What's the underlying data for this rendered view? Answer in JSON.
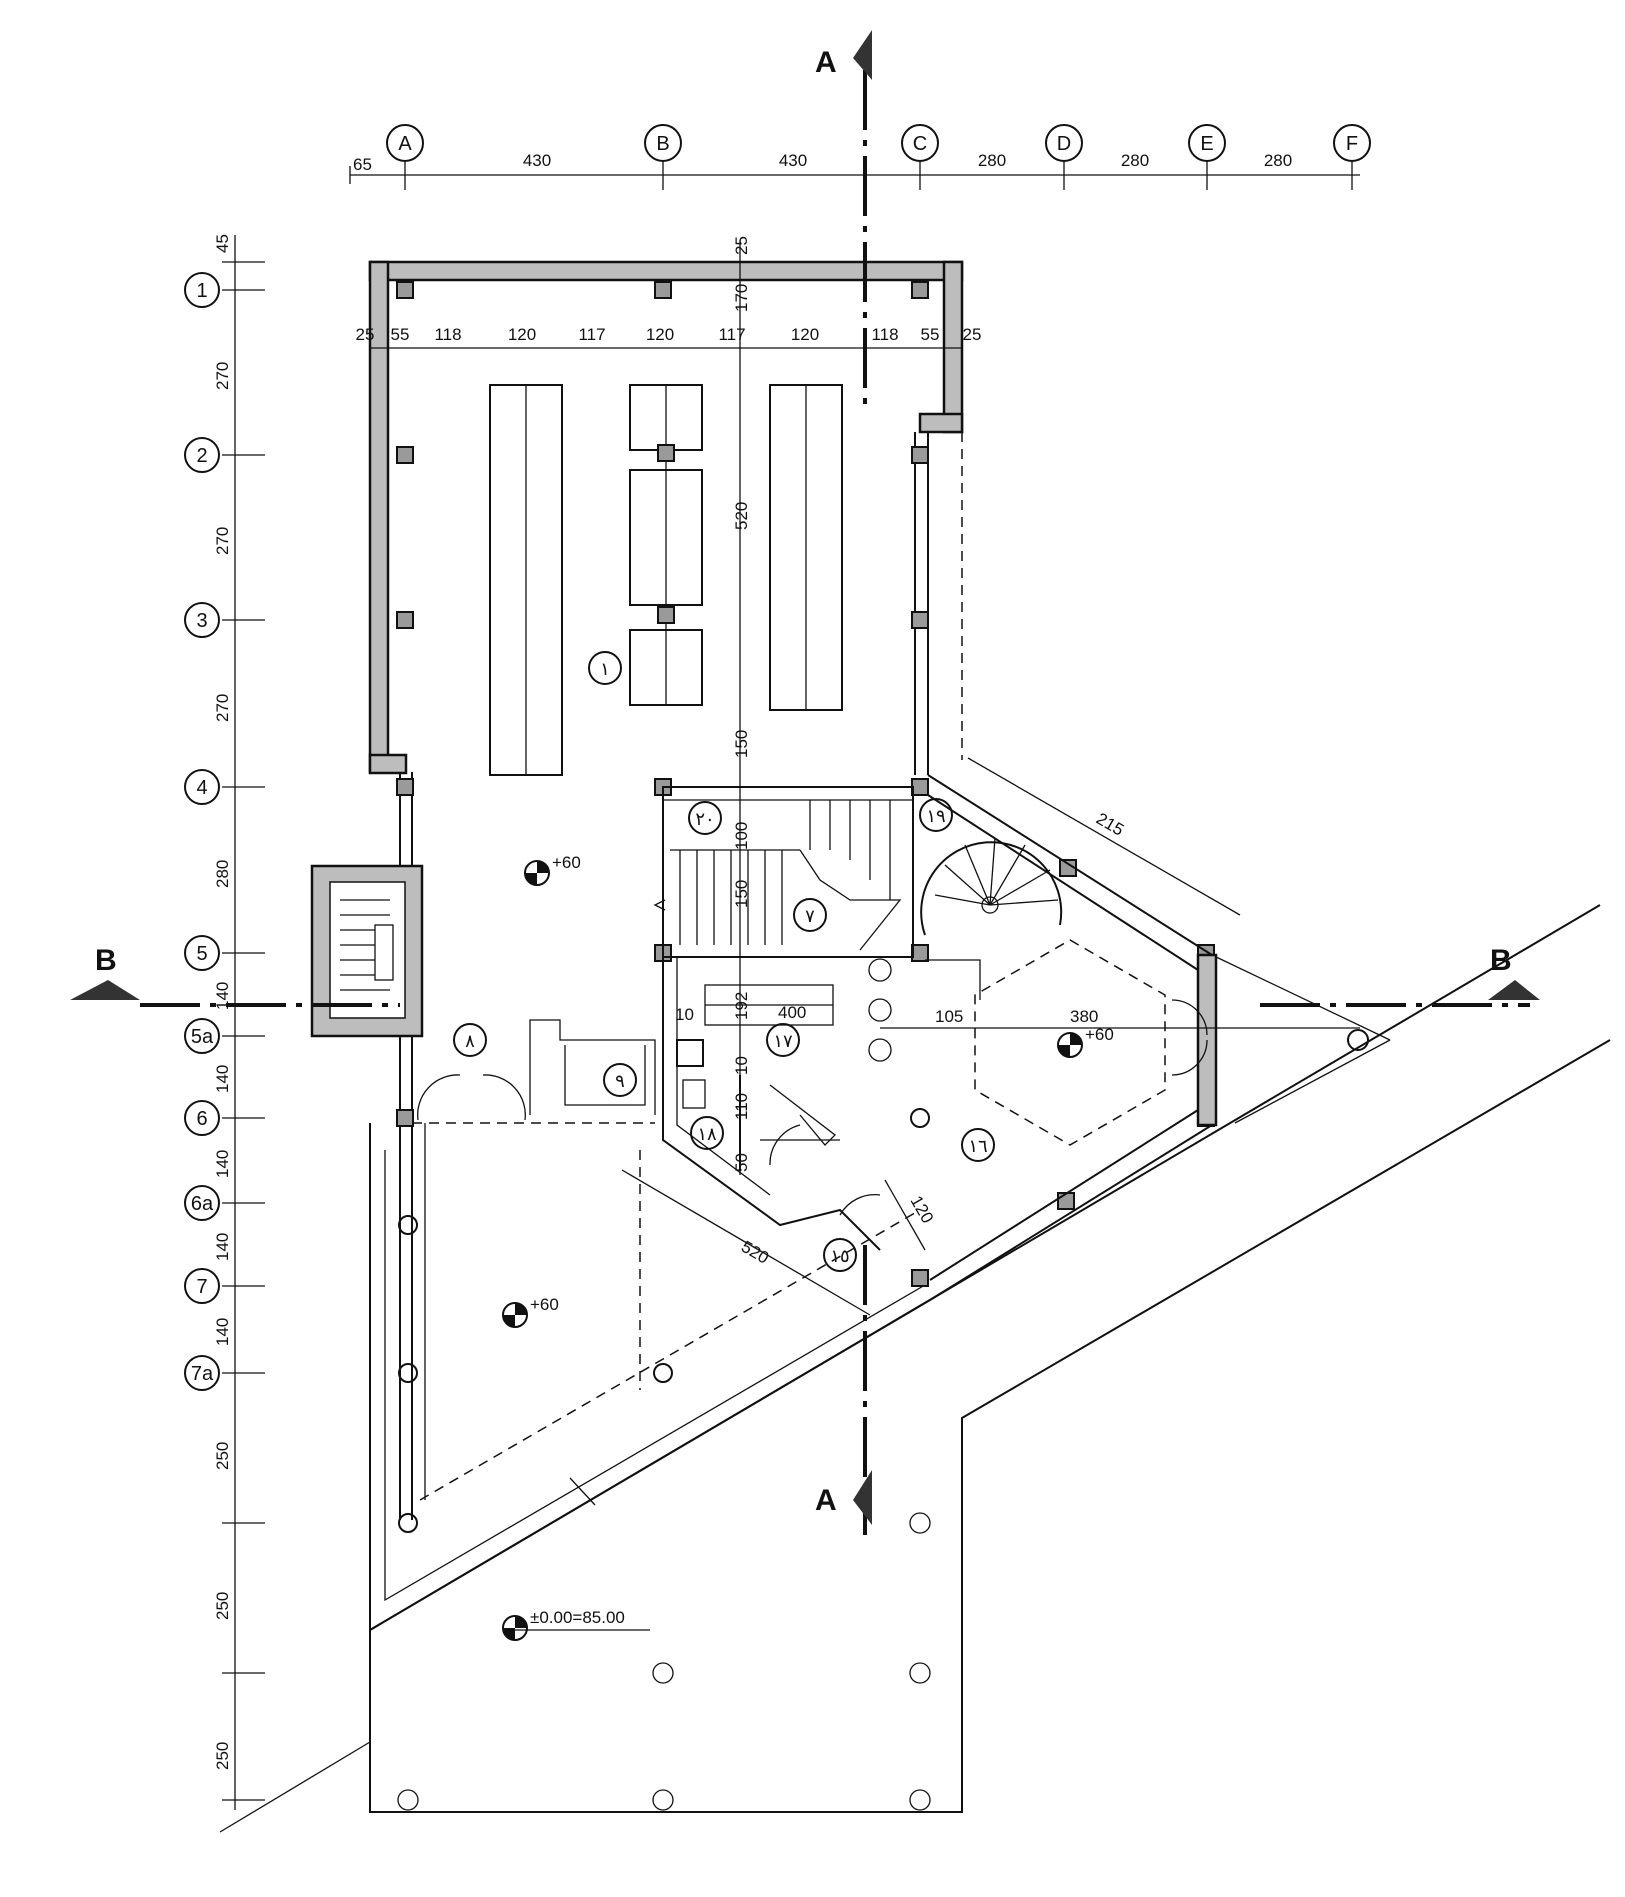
{
  "grid": {
    "columns": [
      "A",
      "B",
      "C",
      "D",
      "E",
      "F"
    ],
    "rows": [
      "1",
      "2",
      "3",
      "4",
      "5",
      "5a",
      "6",
      "6a",
      "7",
      "7a"
    ]
  },
  "dimensions": {
    "top": [
      "65",
      "430",
      "430",
      "280",
      "280",
      "280"
    ],
    "left": [
      "45",
      "270",
      "270",
      "270",
      "280",
      "140",
      "140",
      "140",
      "140",
      "140",
      "250",
      "250",
      "250"
    ],
    "inner": [
      "25",
      "55",
      "118",
      "120",
      "117",
      "120",
      "117",
      "120",
      "118",
      "55",
      "25"
    ],
    "vertical_mid": [
      "25",
      "170",
      "520",
      "150",
      "100",
      "150",
      "192",
      "10",
      "110",
      "50"
    ],
    "misc": {
      "d215": "215",
      "d105": "105",
      "d380": "380",
      "d400": "400",
      "d10": "10",
      "d120": "120",
      "d520": "520"
    }
  },
  "sections": {
    "a": "A",
    "b": "B"
  },
  "levels": {
    "l1": "+60",
    "l2": "+60",
    "l3": "+60",
    "ground": "±0.00=85.00"
  },
  "rooms": [
    "١",
    "٢٠",
    "٧",
    "١٩",
    "٨",
    "٩",
    "١٧",
    "١٨",
    "١٦",
    "١٥"
  ]
}
